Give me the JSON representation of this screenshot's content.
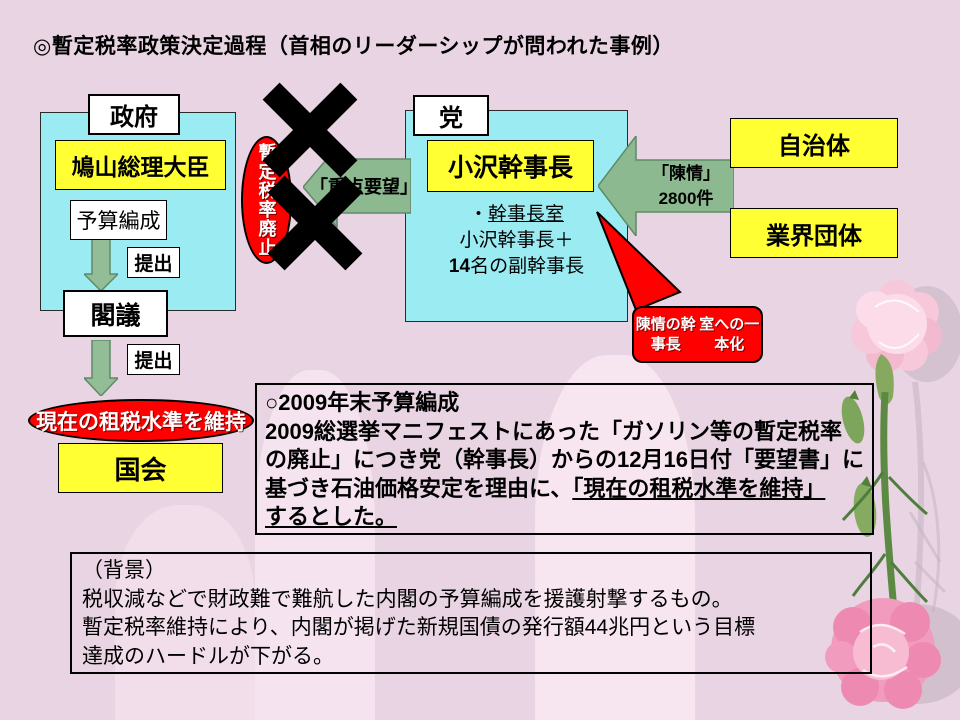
{
  "title": "◎暫定税率政策決定過程（首相のリーダーシップが問われた事例）",
  "government": {
    "header": "政府",
    "pm": "鳩山総理大臣",
    "budget": "予算編成",
    "submit1": "提出",
    "cabinet": "閣議",
    "submit2": "提出",
    "result_ellipse": "現在の租税水準を維持",
    "diet": "国会"
  },
  "party": {
    "header": "党",
    "secretary_general": "小沢幹事長",
    "lines": [
      [
        {
          "t": "・"
        },
        {
          "t": "幹事長室",
          "u": true
        }
      ],
      [
        {
          "t": "小沢幹事長＋"
        }
      ],
      [
        {
          "t": "14",
          "b": true
        },
        {
          "t": "名の副幹事長"
        }
      ]
    ]
  },
  "sources": {
    "local_gov": "自治体",
    "industry": "業界団体"
  },
  "arrows": {
    "juten_label": "「重点要望」",
    "chinjo_lines": [
      "「陳情」",
      "2800件"
    ]
  },
  "abolish_ellipse": "暫定税率廃止",
  "callout": {
    "lines": [
      "陳情の幹事長",
      "室への一本化"
    ]
  },
  "note1": {
    "lines": [
      [
        {
          "t": "○2009年末予算編成"
        }
      ],
      [
        {
          "t": "2009総選挙マニフェストにあった「ガソリン等の暫定税率"
        }
      ],
      [
        {
          "t": "の廃止」につき党（幹事長）からの12月16日付「要望書」に"
        }
      ],
      [
        {
          "t": "基づき石油価格安定を理由に、"
        },
        {
          "t": "「現在の租税水準を維持」",
          "u": true
        }
      ],
      [
        {
          "t": "するとした。",
          "u": true
        }
      ]
    ]
  },
  "note2": {
    "lines": [
      [
        {
          "t": "（背景）"
        }
      ],
      [
        {
          "t": "税収減などで財政難で難航した内閣の予算編成を援護射撃するもの。"
        }
      ],
      [
        {
          "t": "暫定税率維持により、内閣が掲げた新規国債の発行額44兆円という目標"
        }
      ],
      [
        {
          "t": "達成のハードルが下がる。"
        }
      ]
    ]
  },
  "colors": {
    "background": "#e8d4e2",
    "panel_cyan": "#9aecf2",
    "highlight_yellow": "#ffff33",
    "arrow_green": "#93bd96",
    "alert_red": "#fe0000"
  }
}
